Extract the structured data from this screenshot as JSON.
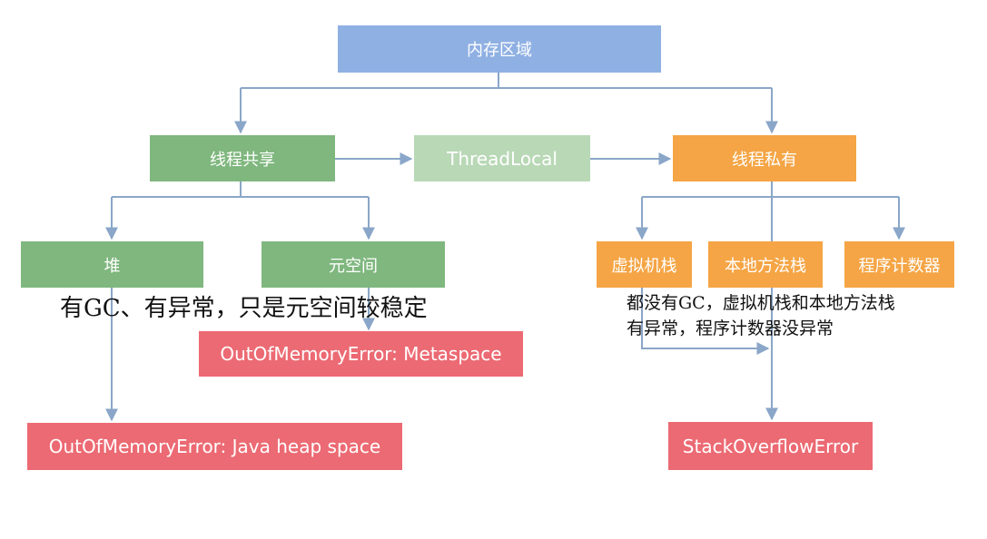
{
  "nodes": {
    "root": "内存区域",
    "shared": "线程共享",
    "threadlocal": "ThreadLocal",
    "private": "线程私有",
    "heap": "堆",
    "metaspace": "元空间",
    "vm_stack": "虚拟机栈",
    "native_stack": "本地方法栈",
    "pc_counter": "程序计数器",
    "oom_metaspace": "OutOfMemoryError: Metaspace",
    "oom_heap": "OutOfMemoryError: Java heap space",
    "stack_overflow": "StackOverflowError"
  },
  "annotations": {
    "left": "有GC、有异常，只是元空间较稳定",
    "right_line1": "都没有GC，虚拟机栈和本地方法栈",
    "right_line2": "有异常，程序计数器没异常"
  },
  "colors": {
    "root": "#8fb0e3",
    "shared": "#7fb77e",
    "threadlocal": "#b9d8b6",
    "private": "#f5a545",
    "error": "#ec6a73",
    "connector": "#8aa6c8"
  }
}
